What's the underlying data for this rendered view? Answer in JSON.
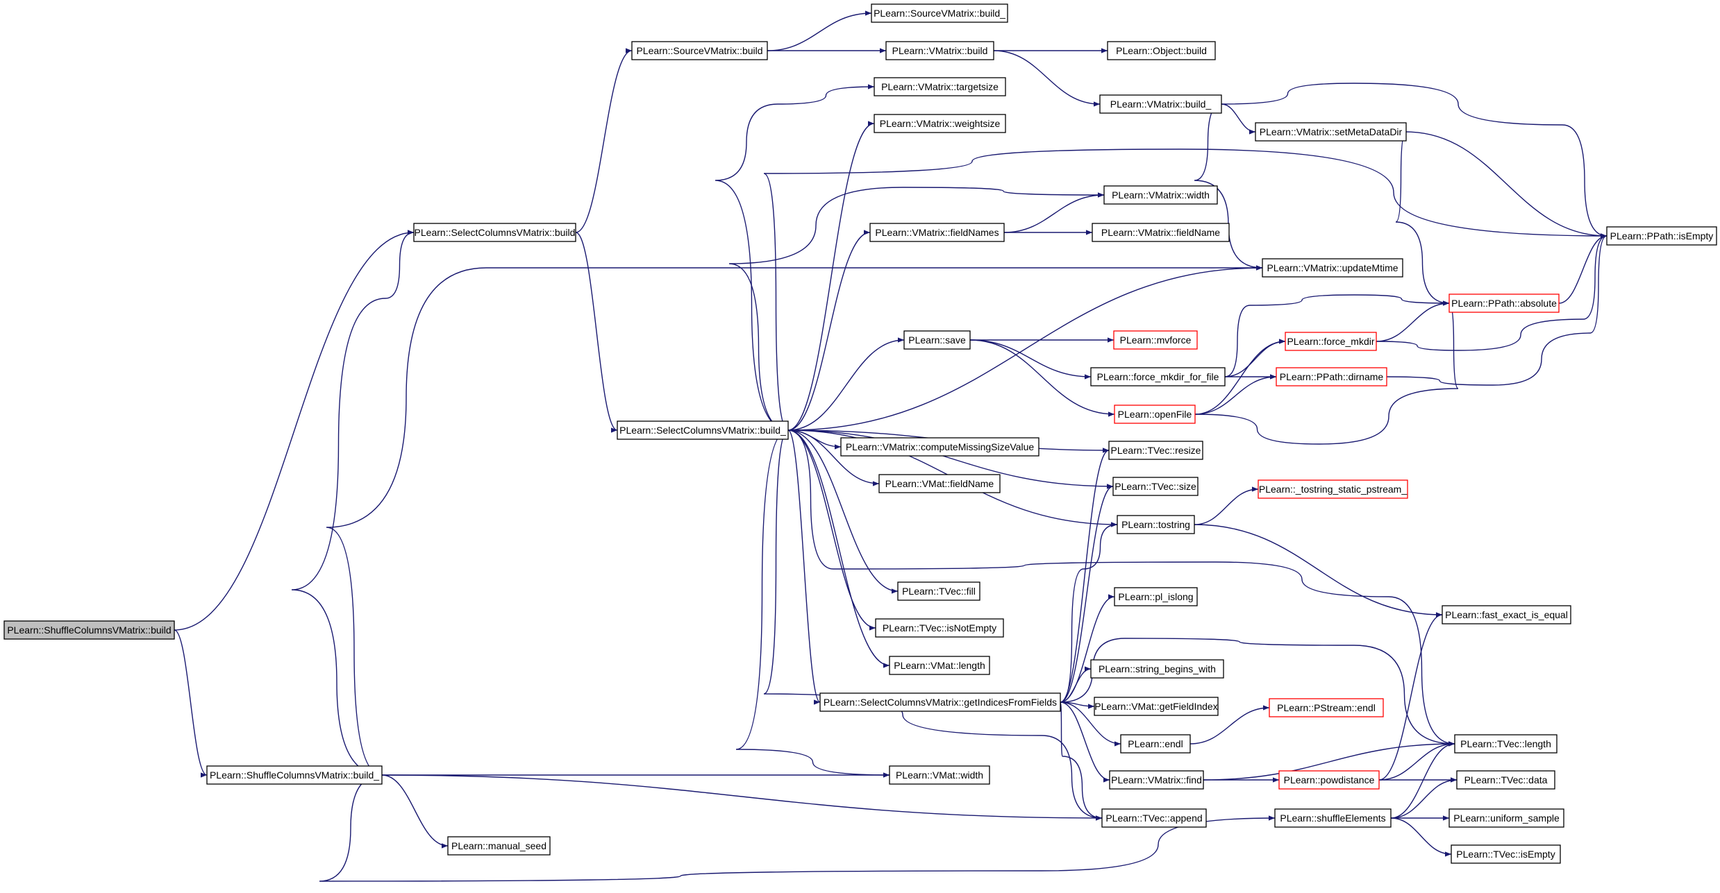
{
  "graph": {
    "style": {
      "edge_color": "#191970",
      "node_border": "#000000",
      "truncated_border": "#ff0000",
      "root_fill": "#bfbfbf",
      "node_fill": "#ffffff"
    },
    "nodes": [
      {
        "id": "shuffle_build",
        "label": "PLearn::ShuffleColumnsVMatrix::build",
        "kind": "root"
      },
      {
        "id": "select_build",
        "label": "PLearn::SelectColumnsVMatrix::build",
        "kind": "normal"
      },
      {
        "id": "shuffle_build_",
        "label": "PLearn::ShuffleColumnsVMatrix::build_",
        "kind": "normal"
      },
      {
        "id": "source_build",
        "label": "PLearn::SourceVMatrix::build",
        "kind": "normal"
      },
      {
        "id": "select_build_",
        "label": "PLearn::SelectColumnsVMatrix::build_",
        "kind": "normal"
      },
      {
        "id": "manual_seed",
        "label": "PLearn::manual_seed",
        "kind": "normal"
      },
      {
        "id": "source_build_",
        "label": "PLearn::SourceVMatrix::build_",
        "kind": "normal"
      },
      {
        "id": "vmatrix_build",
        "label": "PLearn::VMatrix::build",
        "kind": "normal"
      },
      {
        "id": "targetsize",
        "label": "PLearn::VMatrix::targetsize",
        "kind": "normal"
      },
      {
        "id": "weightsize",
        "label": "PLearn::VMatrix::weightsize",
        "kind": "normal"
      },
      {
        "id": "fieldNames",
        "label": "PLearn::VMatrix::fieldNames",
        "kind": "normal"
      },
      {
        "id": "save",
        "label": "PLearn::save",
        "kind": "normal"
      },
      {
        "id": "computeMissing",
        "label": "PLearn::VMatrix::computeMissingSizeValue",
        "kind": "normal"
      },
      {
        "id": "vmat_fieldName",
        "label": "PLearn::VMat::fieldName",
        "kind": "normal"
      },
      {
        "id": "tvec_fill",
        "label": "PLearn::TVec::fill",
        "kind": "normal"
      },
      {
        "id": "isNotEmpty",
        "label": "PLearn::TVec::isNotEmpty",
        "kind": "normal"
      },
      {
        "id": "vmat_length",
        "label": "PLearn::VMat::length",
        "kind": "normal"
      },
      {
        "id": "getIndices",
        "label": "PLearn::SelectColumnsVMatrix::getIndicesFromFields",
        "kind": "normal"
      },
      {
        "id": "vmat_width",
        "label": "PLearn::VMat::width",
        "kind": "normal"
      },
      {
        "id": "object_build",
        "label": "PLearn::Object::build",
        "kind": "normal"
      },
      {
        "id": "vmatrix_build_",
        "label": "PLearn::VMatrix::build_",
        "kind": "normal"
      },
      {
        "id": "vmatrix_width",
        "label": "PLearn::VMatrix::width",
        "kind": "normal"
      },
      {
        "id": "vmatrix_fieldName",
        "label": "PLearn::VMatrix::fieldName",
        "kind": "normal"
      },
      {
        "id": "updateMtime",
        "label": "PLearn::VMatrix::updateMtime",
        "kind": "normal"
      },
      {
        "id": "mvforce",
        "label": "PLearn::mvforce",
        "kind": "truncated"
      },
      {
        "id": "force_mkdir_for_file",
        "label": "PLearn::force_mkdir_for_file",
        "kind": "normal"
      },
      {
        "id": "openFile",
        "label": "PLearn::openFile",
        "kind": "truncated"
      },
      {
        "id": "tvec_resize",
        "label": "PLearn::TVec::resize",
        "kind": "normal"
      },
      {
        "id": "tvec_size",
        "label": "PLearn::TVec::size",
        "kind": "normal"
      },
      {
        "id": "tostring",
        "label": "PLearn::tostring",
        "kind": "normal"
      },
      {
        "id": "pl_islong",
        "label": "PLearn::pl_islong",
        "kind": "normal"
      },
      {
        "id": "string_begins_with",
        "label": "PLearn::string_begins_with",
        "kind": "normal"
      },
      {
        "id": "getFieldIndex",
        "label": "PLearn::VMat::getFieldIndex",
        "kind": "normal"
      },
      {
        "id": "endl",
        "label": "PLearn::endl",
        "kind": "normal"
      },
      {
        "id": "vmatrix_find",
        "label": "PLearn::VMatrix::find",
        "kind": "normal"
      },
      {
        "id": "tvec_append",
        "label": "PLearn::TVec::append",
        "kind": "normal"
      },
      {
        "id": "shuffleElements",
        "label": "PLearn::shuffleElements",
        "kind": "normal"
      },
      {
        "id": "setMetaDataDir",
        "label": "PLearn::VMatrix::setMetaDataDir",
        "kind": "normal"
      },
      {
        "id": "force_mkdir",
        "label": "PLearn::force_mkdir",
        "kind": "truncated"
      },
      {
        "id": "ppath_dirname",
        "label": "PLearn::PPath::dirname",
        "kind": "truncated"
      },
      {
        "id": "tostring_static",
        "label": "PLearn::_tostring_static_pstream_",
        "kind": "truncated"
      },
      {
        "id": "pstream_endl",
        "label": "PLearn::PStream::endl",
        "kind": "truncated"
      },
      {
        "id": "powdistance",
        "label": "PLearn::powdistance",
        "kind": "truncated"
      },
      {
        "id": "ppath_absolute",
        "label": "PLearn::PPath::absolute",
        "kind": "truncated"
      },
      {
        "id": "fast_exact_is_equal",
        "label": "PLearn::fast_exact_is_equal",
        "kind": "normal"
      },
      {
        "id": "tvec_length",
        "label": "PLearn::TVec::length",
        "kind": "normal"
      },
      {
        "id": "tvec_data",
        "label": "PLearn::TVec::data",
        "kind": "normal"
      },
      {
        "id": "uniform_sample",
        "label": "PLearn::uniform_sample",
        "kind": "normal"
      },
      {
        "id": "tvec_isEmpty",
        "label": "PLearn::TVec::isEmpty",
        "kind": "normal"
      },
      {
        "id": "ppath_isEmpty",
        "label": "PLearn::PPath::isEmpty",
        "kind": "normal"
      }
    ],
    "edges": [
      [
        "shuffle_build",
        "select_build"
      ],
      [
        "shuffle_build",
        "shuffle_build_"
      ],
      [
        "select_build",
        "source_build"
      ],
      [
        "select_build",
        "select_build_"
      ],
      [
        "shuffle_build_",
        "select_build"
      ],
      [
        "shuffle_build_",
        "updateMtime"
      ],
      [
        "shuffle_build_",
        "vmat_width"
      ],
      [
        "shuffle_build_",
        "tvec_append"
      ],
      [
        "shuffle_build_",
        "manual_seed"
      ],
      [
        "shuffle_build_",
        "shuffleElements"
      ],
      [
        "source_build",
        "source_build_"
      ],
      [
        "source_build",
        "vmatrix_build"
      ],
      [
        "vmatrix_build",
        "object_build"
      ],
      [
        "vmatrix_build",
        "vmatrix_build_"
      ],
      [
        "vmatrix_build_",
        "ppath_isEmpty"
      ],
      [
        "vmatrix_build_",
        "setMetaDataDir"
      ],
      [
        "vmatrix_build_",
        "updateMtime"
      ],
      [
        "setMetaDataDir",
        "ppath_isEmpty"
      ],
      [
        "setMetaDataDir",
        "ppath_absolute"
      ],
      [
        "select_build_",
        "targetsize"
      ],
      [
        "select_build_",
        "weightsize"
      ],
      [
        "select_build_",
        "ppath_isEmpty"
      ],
      [
        "select_build_",
        "vmatrix_width"
      ],
      [
        "select_build_",
        "fieldNames"
      ],
      [
        "select_build_",
        "updateMtime"
      ],
      [
        "select_build_",
        "save"
      ],
      [
        "select_build_",
        "tvec_resize"
      ],
      [
        "select_build_",
        "computeMissing"
      ],
      [
        "select_build_",
        "tvec_size"
      ],
      [
        "select_build_",
        "vmat_fieldName"
      ],
      [
        "select_build_",
        "tostring"
      ],
      [
        "select_build_",
        "tvec_length"
      ],
      [
        "select_build_",
        "tvec_fill"
      ],
      [
        "select_build_",
        "isNotEmpty"
      ],
      [
        "select_build_",
        "vmat_length"
      ],
      [
        "select_build_",
        "getIndices"
      ],
      [
        "select_build_",
        "vmat_width"
      ],
      [
        "select_build_",
        "tvec_append"
      ],
      [
        "fieldNames",
        "vmatrix_width"
      ],
      [
        "fieldNames",
        "vmatrix_fieldName"
      ],
      [
        "save",
        "mvforce"
      ],
      [
        "save",
        "force_mkdir_for_file"
      ],
      [
        "save",
        "openFile"
      ],
      [
        "force_mkdir_for_file",
        "ppath_absolute"
      ],
      [
        "force_mkdir_for_file",
        "force_mkdir"
      ],
      [
        "force_mkdir_for_file",
        "ppath_dirname"
      ],
      [
        "force_mkdir",
        "ppath_absolute"
      ],
      [
        "force_mkdir",
        "ppath_isEmpty"
      ],
      [
        "ppath_absolute",
        "ppath_isEmpty"
      ],
      [
        "ppath_dirname",
        "ppath_isEmpty"
      ],
      [
        "openFile",
        "force_mkdir"
      ],
      [
        "openFile",
        "ppath_dirname"
      ],
      [
        "openFile",
        "ppath_absolute"
      ],
      [
        "tostring",
        "tostring_static"
      ],
      [
        "tostring",
        "fast_exact_is_equal"
      ],
      [
        "getIndices",
        "tvec_resize"
      ],
      [
        "getIndices",
        "tvec_size"
      ],
      [
        "getIndices",
        "tostring"
      ],
      [
        "getIndices",
        "pl_islong"
      ],
      [
        "getIndices",
        "tvec_length"
      ],
      [
        "getIndices",
        "string_begins_with"
      ],
      [
        "getIndices",
        "getFieldIndex"
      ],
      [
        "getIndices",
        "endl"
      ],
      [
        "getIndices",
        "vmatrix_find"
      ],
      [
        "getIndices",
        "tvec_append"
      ],
      [
        "endl",
        "pstream_endl"
      ],
      [
        "vmatrix_find",
        "tvec_length"
      ],
      [
        "vmatrix_find",
        "powdistance"
      ],
      [
        "powdistance",
        "fast_exact_is_equal"
      ],
      [
        "powdistance",
        "tvec_length"
      ],
      [
        "powdistance",
        "tvec_data"
      ],
      [
        "shuffleElements",
        "tvec_length"
      ],
      [
        "shuffleElements",
        "tvec_data"
      ],
      [
        "shuffleElements",
        "uniform_sample"
      ],
      [
        "shuffleElements",
        "tvec_isEmpty"
      ]
    ]
  }
}
